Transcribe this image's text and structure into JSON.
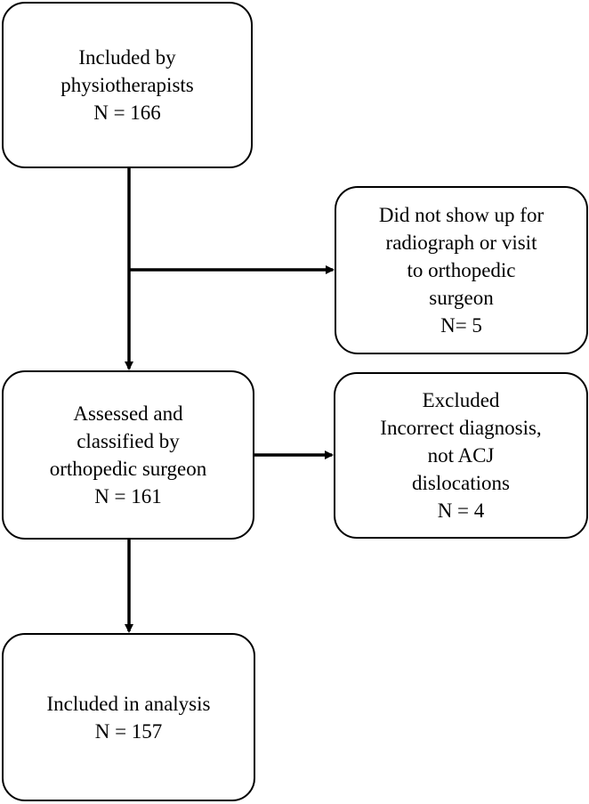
{
  "diagram": {
    "nodes": {
      "included_physio": [
        "Included by",
        "physiotherapists",
        "N = 166"
      ],
      "no_show": [
        "Did not show up for",
        "radiograph or visit",
        "to orthopedic",
        "surgeon",
        "N= 5"
      ],
      "assessed": [
        "Assessed and",
        "classified by",
        "orthopedic surgeon",
        "N = 161"
      ],
      "excluded": [
        "Excluded",
        "Incorrect diagnosis,",
        "not ACJ",
        "dislocations",
        "N = 4"
      ],
      "analysis": [
        "Included in analysis",
        "N = 157"
      ]
    },
    "edges": [
      {
        "from": "included_physio",
        "to": "assessed"
      },
      {
        "from": "included_physio",
        "to": "no_show"
      },
      {
        "from": "assessed",
        "to": "excluded"
      },
      {
        "from": "assessed",
        "to": "analysis"
      }
    ],
    "colors": {
      "stroke": "#000000",
      "fill": "#ffffff",
      "text": "#000000"
    }
  }
}
